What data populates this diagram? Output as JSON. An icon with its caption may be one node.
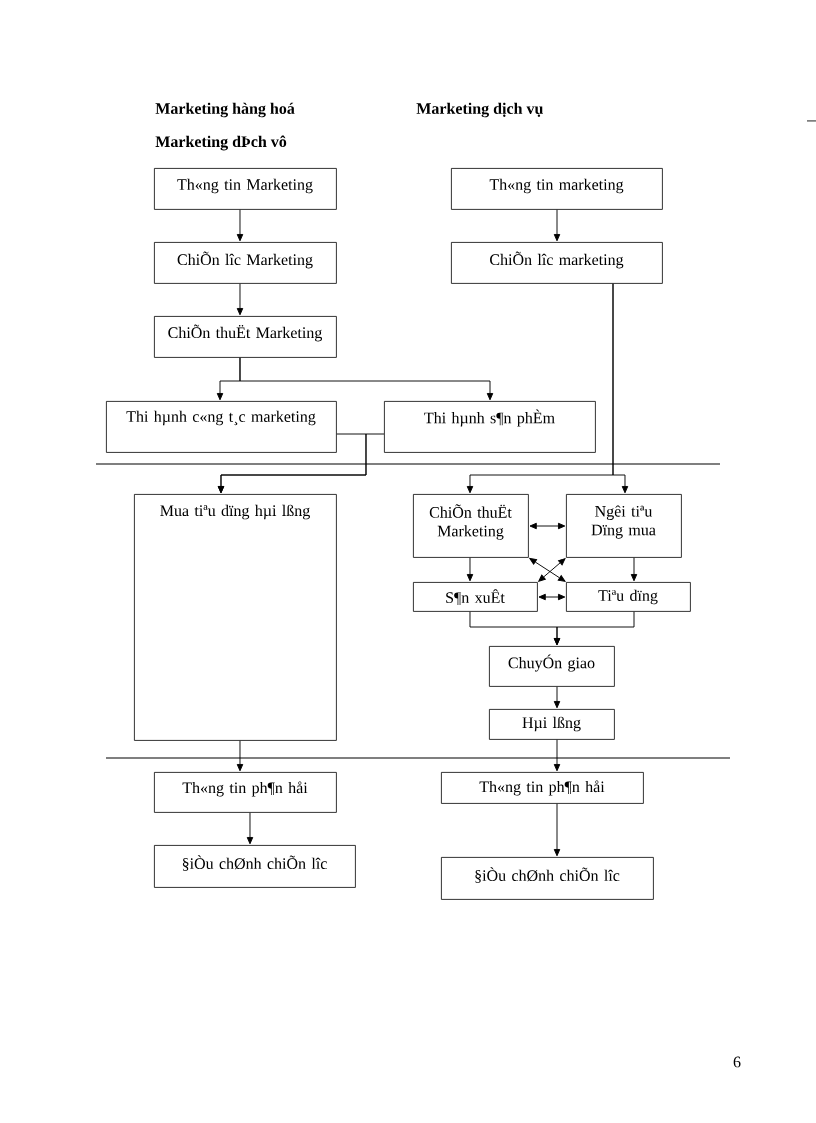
{
  "diagram": {
    "nodes": [
      {
        "text": [
          "Th«ng tin Marketing"
        ]
      },
      {
        "text": [
          "Th«ng tin marketing"
        ]
      },
      {
        "text": [
          "ChiÕn lîc Marketing"
        ]
      },
      {
        "text": [
          "ChiÕn lîc marketing"
        ]
      },
      {
        "text": [
          "ChiÕn thuËt Marketing"
        ]
      },
      {
        "text": [
          "Thi hµnh c«ng t¸c marketing"
        ]
      },
      {
        "text": [
          "Thi hµnh s¶n phÈm"
        ]
      },
      {
        "text": [
          "Mua tiªu dïng hµi lßng"
        ]
      },
      {
        "text": [
          "ChiÕn thuËt Marketing"
        ]
      },
      {
        "text": [
          "Ngêi tiªu Dïng mua"
        ]
      },
      {
        "text": [
          "S¶n xuÊt"
        ]
      },
      {
        "text": [
          "Tiªu dïng"
        ]
      },
      {
        "text": [
          "ChuyÓn giao"
        ]
      },
      {
        "text": [
          "Hµi lßng"
        ]
      },
      {
        "text": [
          "Th«ng tin ph¶n håi"
        ]
      },
      {
        "text": [
          "Th«ng tin ph¶n håi"
        ]
      },
      {
        "text": [
          "§iÒu chØnh chiÕn lîc"
        ]
      },
      {
        "text": [
          "§iÒu chØnh chiÕn lîc"
        ]
      }
    ],
    "edges": [
      {
        "from": 0,
        "to": 2,
        "arrow": "to"
      },
      {
        "from": 1,
        "to": 3,
        "arrow": "to"
      },
      {
        "from": 2,
        "to": 4,
        "arrow": "to"
      },
      {
        "from": 4,
        "to": 5,
        "arrow": "to"
      },
      {
        "from": 4,
        "to": 6,
        "arrow": "to"
      },
      {
        "from": 5,
        "to": 7,
        "arrow": "to"
      },
      {
        "from": 6,
        "to": 7,
        "arrow": "to"
      },
      {
        "from": 3,
        "to": 8,
        "arrow": "to"
      },
      {
        "from": 3,
        "to": 9,
        "arrow": "to"
      },
      {
        "from": 8,
        "to": 9,
        "arrow": "both"
      },
      {
        "from": 8,
        "to": 11,
        "arrow": "both"
      },
      {
        "from": 9,
        "to": 10,
        "arrow": "both"
      },
      {
        "from": 8,
        "to": 10,
        "arrow": "to"
      },
      {
        "from": 9,
        "to": 11,
        "arrow": "to"
      },
      {
        "from": 10,
        "to": 11,
        "arrow": "both"
      },
      {
        "from": 10,
        "to": 12,
        "arrow": "to"
      },
      {
        "from": 11,
        "to": 12,
        "arrow": "to"
      },
      {
        "from": 12,
        "to": 13,
        "arrow": "to"
      },
      {
        "from": 7,
        "to": 14,
        "arrow": "to"
      },
      {
        "from": 13,
        "to": 15,
        "arrow": "to"
      },
      {
        "from": 14,
        "to": 16,
        "arrow": "to"
      },
      {
        "from": 15,
        "to": 17,
        "arrow": "to"
      }
    ],
    "labels": [
      "Marketing hàng hoá",
      "Marketing dịch vụ",
      "Marketing dÞch vô",
      "6"
    ]
  }
}
